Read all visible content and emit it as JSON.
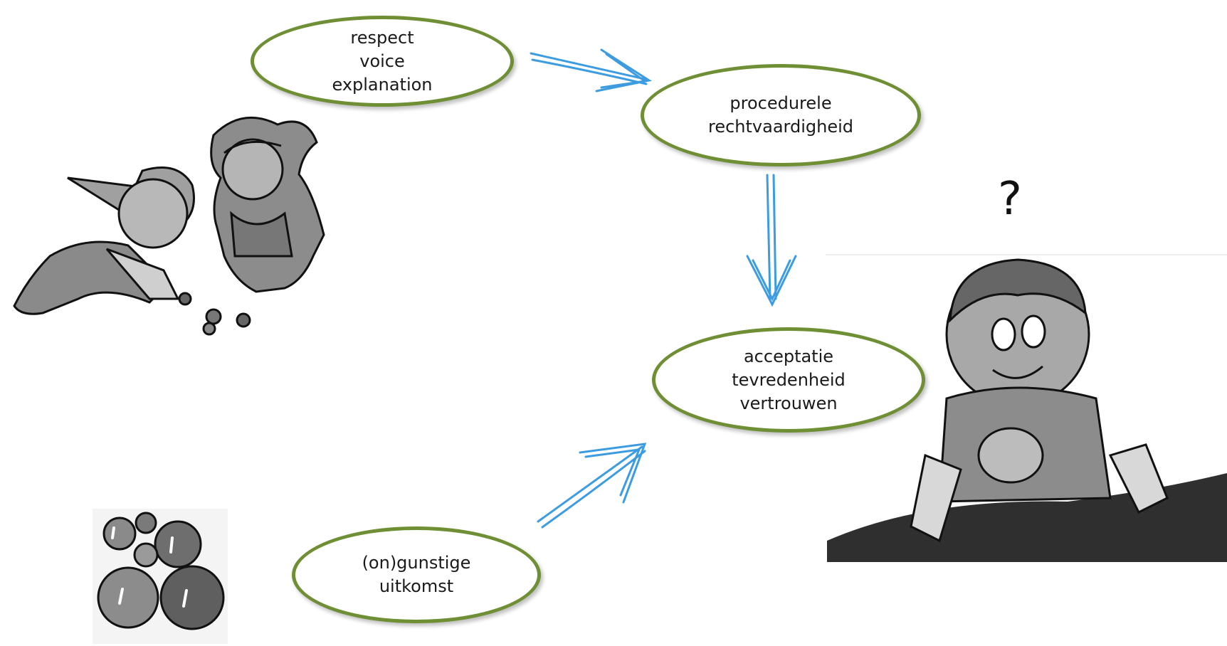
{
  "nodes": {
    "inputs": {
      "lines": [
        "respect",
        "voice",
        "explanation"
      ]
    },
    "procedural": {
      "lines": [
        "procedurele",
        "rechtvaardigheid"
      ]
    },
    "outcomes": {
      "lines": [
        "acceptatie",
        "tevredenheid",
        "vertrouwen"
      ]
    },
    "outcome": {
      "lines": [
        "(on)gunstige",
        "uitkomst"
      ]
    }
  },
  "question_mark": "?",
  "colors": {
    "node_border": "#6f8f34",
    "arrow": "#3d9ce0",
    "clipart_gray": "#8a8a8a"
  },
  "icons": [
    "children-playing-marbles-clipart",
    "marbles-clipart",
    "sitting-boy-clipart",
    "double-arrow-icon"
  ]
}
